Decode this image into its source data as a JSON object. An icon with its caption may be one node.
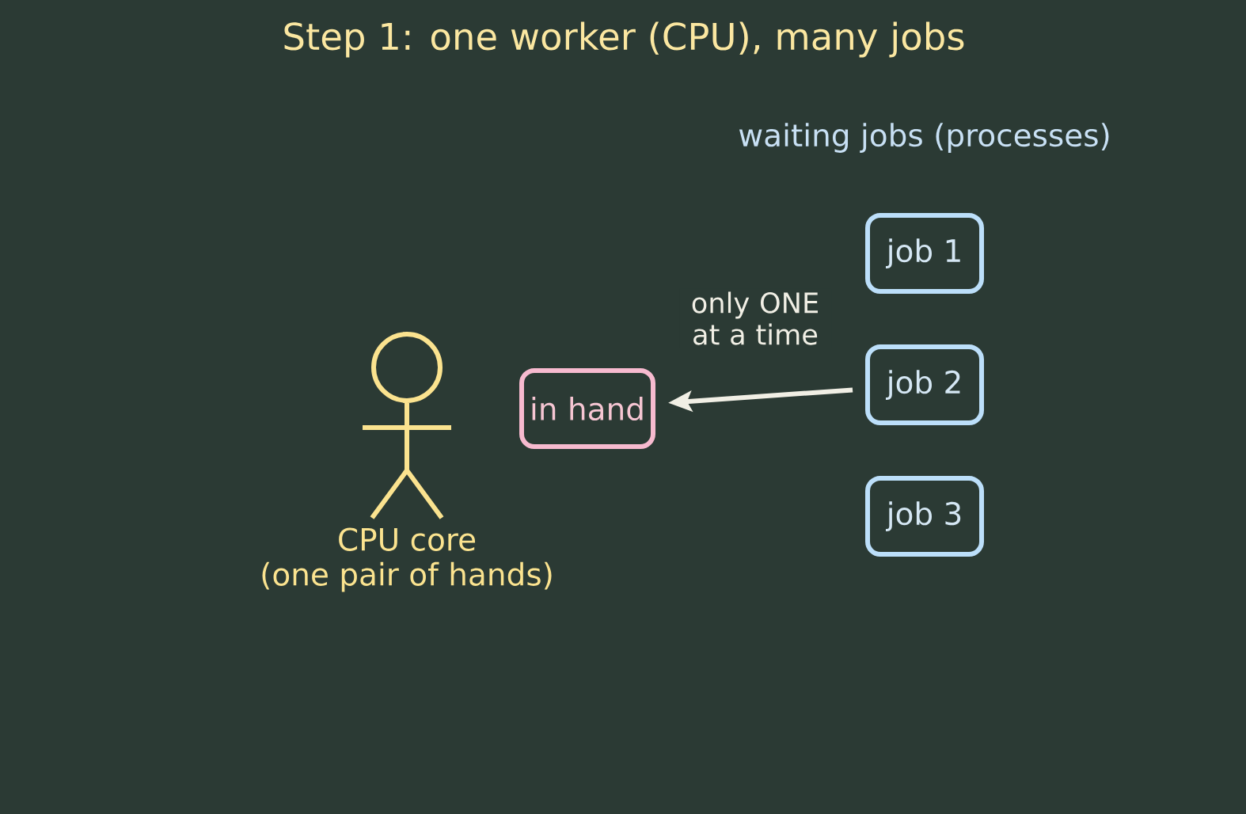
{
  "diagram": {
    "title": "Step 1: one worker (CPU), many jobs",
    "nodes": [
      {
        "text": [],
        "shape": "person",
        "beside": [
          "CPU core (one pair of hands)"
        ]
      },
      {
        "text": [
          "in hand"
        ]
      },
      {
        "text": [
          "job 1"
        ]
      },
      {
        "text": [
          "job 2"
        ]
      },
      {
        "text": [
          "job 3"
        ]
      }
    ],
    "edges": [
      {
        "from": 3,
        "to": 1,
        "arrow": "to",
        "label": "only ONE at a time"
      }
    ],
    "labels": [
      "waiting jobs (processes)"
    ]
  }
}
